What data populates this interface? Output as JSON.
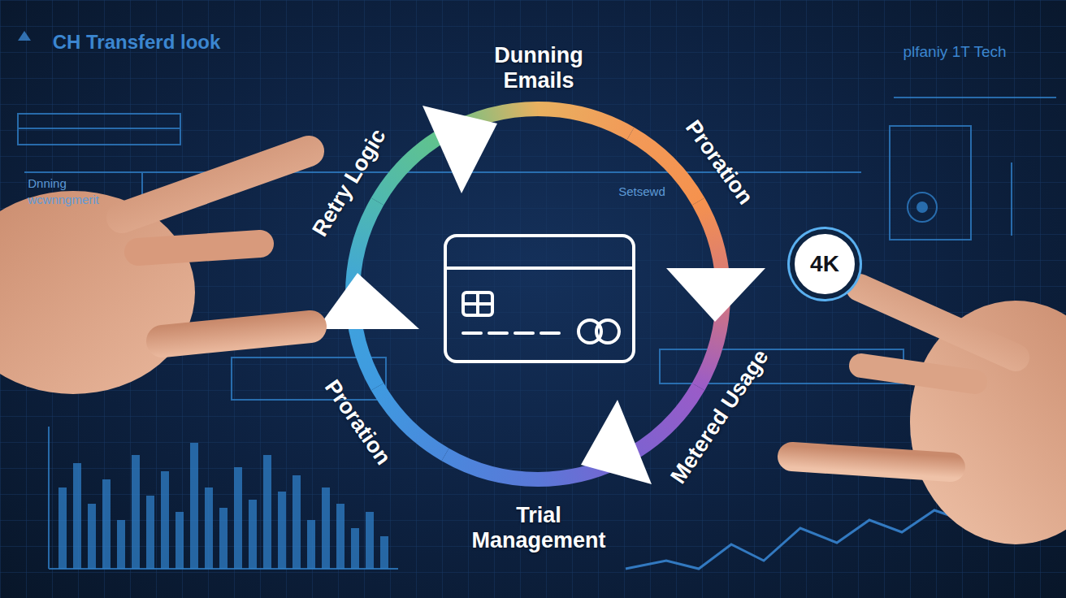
{
  "diagram": {
    "nodes": [
      {
        "text": [
          "4K"
        ]
      }
    ],
    "labels": [
      "CH Transferd look",
      "plfaniy 1T Tech",
      "Dnning",
      "wcwnngmerit",
      "Setsewd",
      "Dunning Emails",
      "Proration",
      "Metered Usage",
      "Trial Management",
      "Proration",
      "Retry Logic"
    ]
  }
}
